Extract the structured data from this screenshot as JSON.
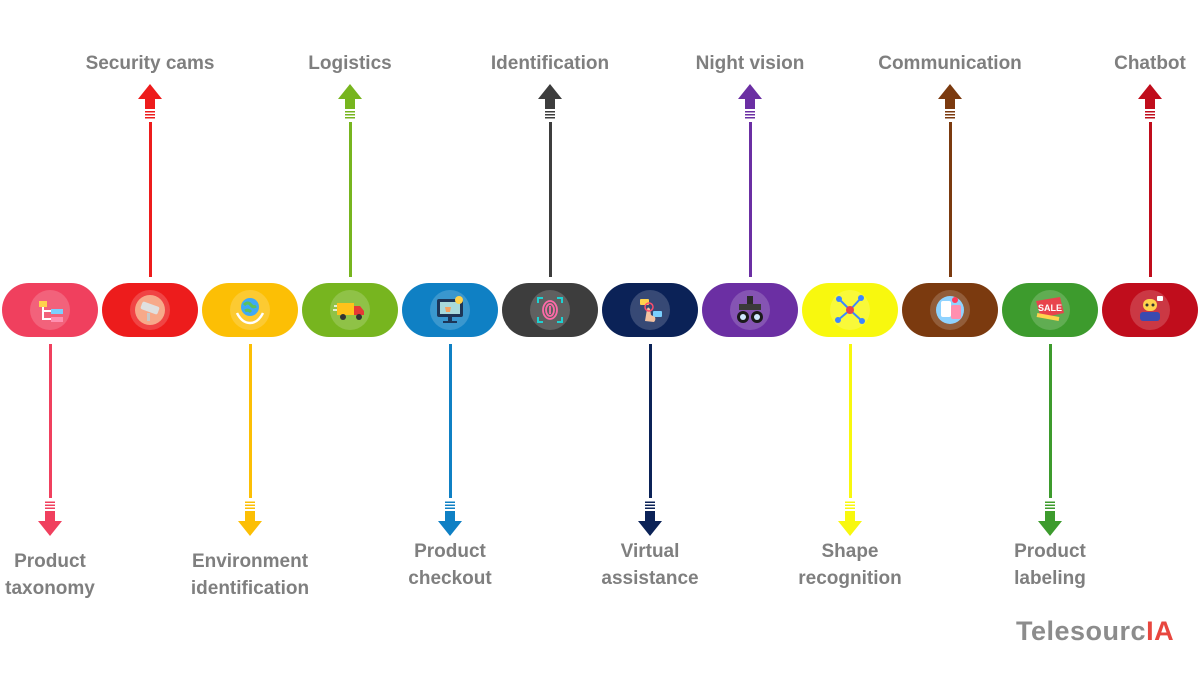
{
  "colors": {
    "label": "#7f7f7f",
    "brand_primary": "#8c8c8c",
    "brand_accent": "#e8473f"
  },
  "brand": {
    "primary": "Telesourc",
    "accent": "IA"
  },
  "items": [
    {
      "label": "Product\ntaxonomy",
      "dir": "down",
      "color": "#f0405e",
      "icon": "taxonomy-icon"
    },
    {
      "label": "Security cams",
      "dir": "up",
      "color": "#ed1c1c",
      "icon": "security-camera-icon"
    },
    {
      "label": "Environment\nidentification",
      "dir": "down",
      "color": "#fcbf05",
      "icon": "globe-hands-icon"
    },
    {
      "label": "Logistics",
      "dir": "up",
      "color": "#77b51f",
      "icon": "delivery-truck-icon"
    },
    {
      "label": "Product\ncheckout",
      "dir": "down",
      "color": "#0f80c4",
      "icon": "checkout-monitor-icon"
    },
    {
      "label": "Identification",
      "dir": "up",
      "color": "#3d3d3d",
      "icon": "fingerprint-icon"
    },
    {
      "label": "Virtual\nassistance",
      "dir": "down",
      "color": "#0b2257",
      "icon": "touch-hand-icon"
    },
    {
      "label": "Night vision",
      "dir": "up",
      "color": "#6b2fa3",
      "icon": "night-vision-goggles-icon"
    },
    {
      "label": "Shape\nrecognition",
      "dir": "down",
      "color": "#f8f80e",
      "icon": "shape-nodes-icon"
    },
    {
      "label": "Communication",
      "dir": "up",
      "color": "#7b3a0f",
      "icon": "communication-icon"
    },
    {
      "label": "Product\nlabeling",
      "dir": "down",
      "color": "#3d9b2d",
      "icon": "sale-tag-icon"
    },
    {
      "label": "Chatbot",
      "dir": "up",
      "color": "#c00d1c",
      "icon": "chatbot-icon"
    }
  ]
}
